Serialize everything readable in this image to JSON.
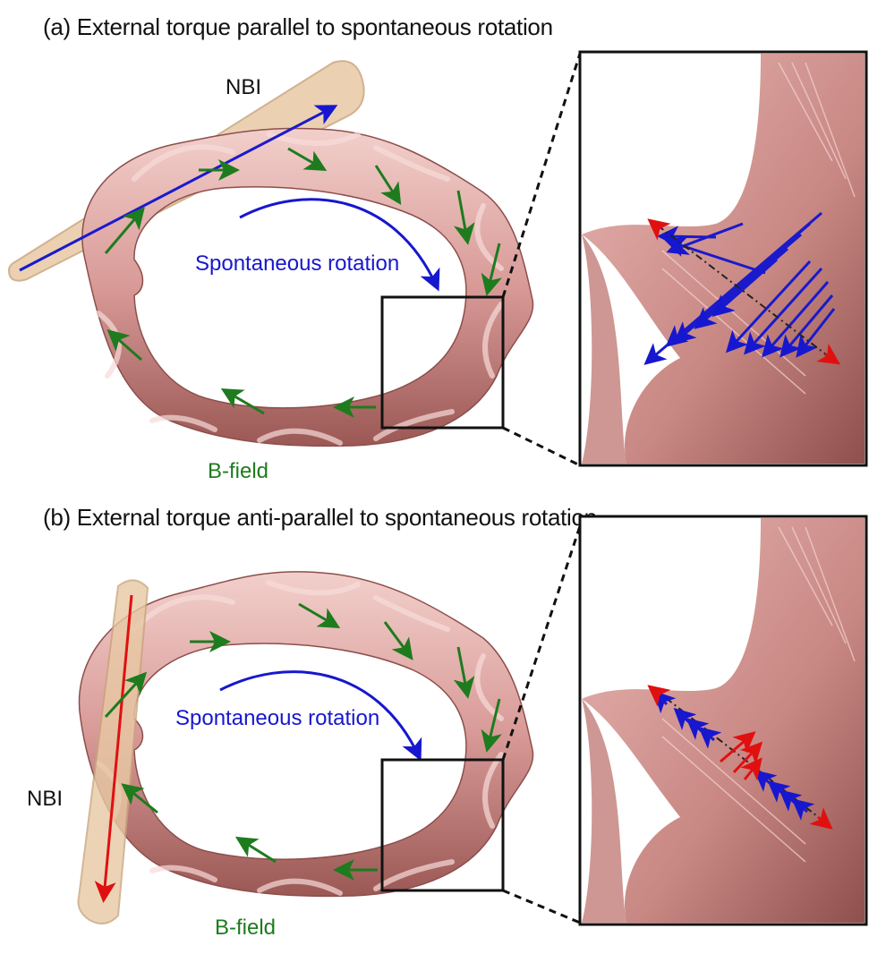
{
  "panels": [
    {
      "id": "a",
      "caption": "(a) External torque parallel to spontaneous rotation",
      "nbi_label": "NBI",
      "rotation_label": "Spontaneous rotation",
      "bfield_label": "B-field",
      "nbi_arrow_color": "#1a1acc"
    },
    {
      "id": "b",
      "caption": "(b) External torque anti-parallel to spontaneous rotation",
      "nbi_label": "NBI",
      "rotation_label": "Spontaneous rotation",
      "bfield_label": "B-field",
      "nbi_arrow_color": "#e01010"
    }
  ],
  "colors": {
    "plasma": "#d89a97",
    "plasma_dark": "#a56360",
    "plasma_light": "#f4d2cf",
    "bfield": "#1e7b1e",
    "rotation": "#1717cf",
    "beam_tube": "#e8c9a4",
    "counter": "#e01010"
  }
}
